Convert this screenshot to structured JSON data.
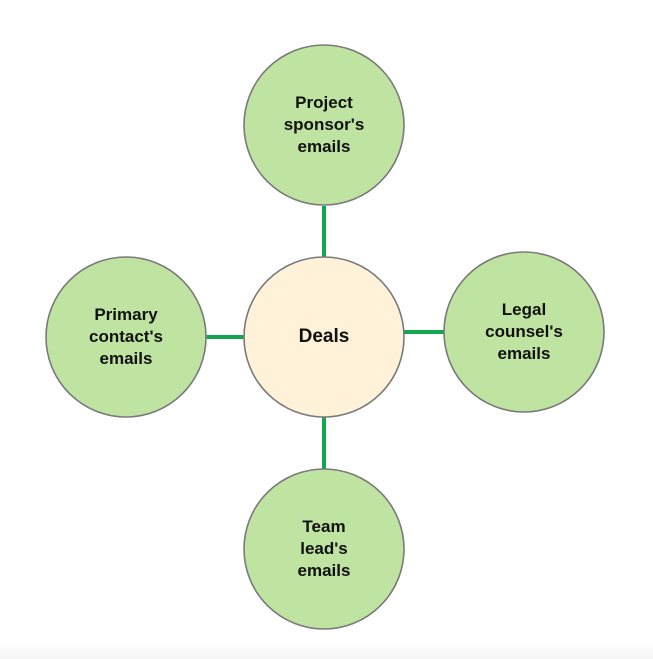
{
  "diagram": {
    "type": "hub-and-spoke",
    "colors": {
      "center_fill": "#fff2d9",
      "spoke_fill": "#bfe3a1",
      "node_stroke": "#7a7a7a",
      "connector": "#11a74f"
    },
    "center": {
      "id": "deals",
      "label": "Deals"
    },
    "spokes": [
      {
        "id": "project-sponsor",
        "position": "top",
        "label": "Project\nsponsor's\nemails"
      },
      {
        "id": "primary-contact",
        "position": "left",
        "label": "Primary\ncontact's\nemails"
      },
      {
        "id": "legal-counsel",
        "position": "right",
        "label": "Legal\ncounsel's\nemails"
      },
      {
        "id": "team-lead",
        "position": "bottom",
        "label": "Team\nlead's\nemails"
      }
    ],
    "edges": [
      {
        "from": "deals",
        "to": "project-sponsor"
      },
      {
        "from": "deals",
        "to": "primary-contact"
      },
      {
        "from": "deals",
        "to": "legal-counsel"
      },
      {
        "from": "deals",
        "to": "team-lead"
      }
    ]
  }
}
